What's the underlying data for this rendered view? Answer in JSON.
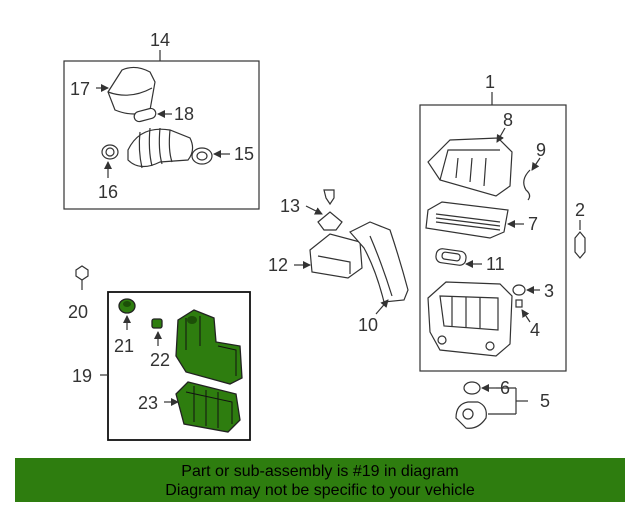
{
  "callouts": {
    "c1": "1",
    "c2": "2",
    "c3": "3",
    "c4": "4",
    "c5": "5",
    "c6": "6",
    "c7": "7",
    "c8": "8",
    "c9": "9",
    "c10": "10",
    "c11": "11",
    "c12": "12",
    "c13": "13",
    "c14": "14",
    "c15": "15",
    "c16": "16",
    "c17": "17",
    "c18": "18",
    "c19": "19",
    "c20": "20",
    "c21": "21",
    "c22": "22",
    "c23": "23"
  },
  "highlight_color": "#2e7d0f",
  "banner": {
    "line1": "Part or sub-assembly is #19 in diagram",
    "line2": "Diagram may not be specific to your vehicle"
  }
}
